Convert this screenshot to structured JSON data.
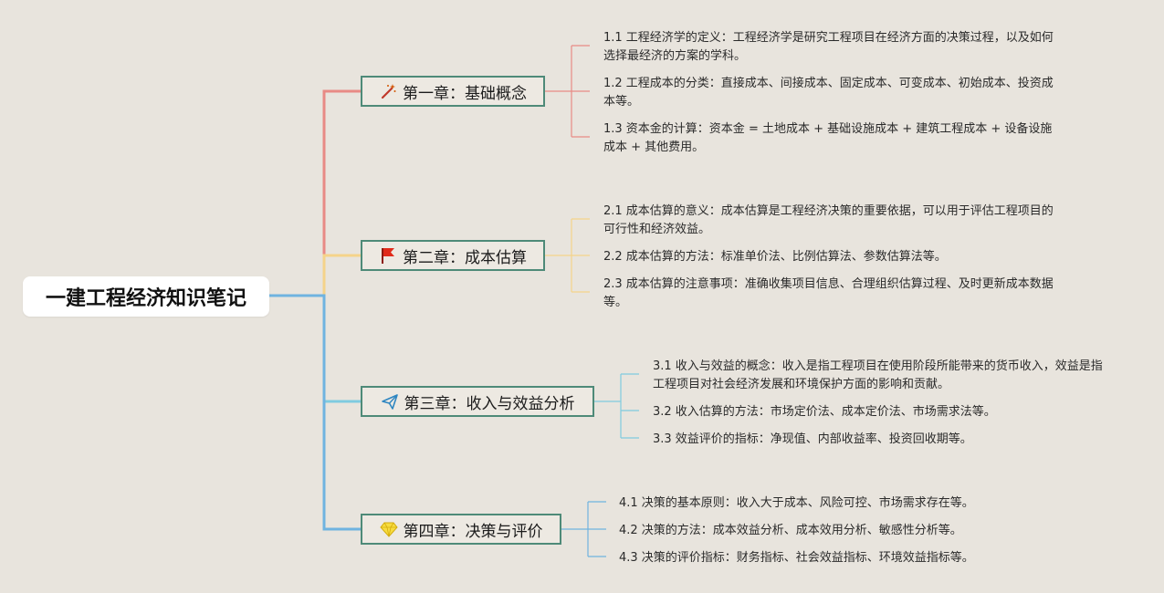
{
  "root": {
    "title": "一建工程经济知识笔记"
  },
  "chapters": [
    {
      "title": "第一章：基础概念",
      "icon": "magic-wand-icon",
      "color": "#e88a85",
      "items": [
        "1.1 工程经济学的定义：工程经济学是研究工程项目在经济方面的决策过程，以及如何选择最经济的方案的学科。",
        "1.2 工程成本的分类：直接成本、间接成本、固定成本、可变成本、初始成本、投资成本等。",
        "1.3 资本金的计算：资本金 = 土地成本 + 基础设施成本 + 建筑工程成本 + 设备设施成本 + 其他费用。"
      ]
    },
    {
      "title": "第二章：成本估算",
      "icon": "red-flag-icon",
      "color": "#f5d38a",
      "items": [
        "2.1 成本估算的意义：成本估算是工程经济决策的重要依据，可以用于评估工程项目的可行性和经济效益。",
        "2.2 成本估算的方法：标准单价法、比例估算法、参数估算法等。",
        "2.3 成本估算的注意事项：准确收集项目信息、合理组织估算过程、及时更新成本数据等。"
      ]
    },
    {
      "title": "第三章：收入与效益分析",
      "icon": "paper-plane-icon",
      "color": "#7fcbe0",
      "items": [
        "3.1 收入与效益的概念：收入是指工程项目在使用阶段所能带来的货币收入，效益是指工程项目对社会经济发展和环境保护方面的影响和贡献。",
        "3.2 收入估算的方法：市场定价法、成本定价法、市场需求法等。",
        "3.3 效益评价的指标：净现值、内部收益率、投资回收期等。"
      ]
    },
    {
      "title": "第四章：决策与评价",
      "icon": "diamond-icon",
      "color": "#6fb3e0",
      "items": [
        "4.1 决策的基本原则：收入大于成本、风险可控、市场需求存在等。",
        "4.2 决策的方法：成本效益分析、成本效用分析、敏感性分析等。",
        "4.3 决策的评价指标：财务指标、社会效益指标、环境效益指标等。"
      ]
    }
  ]
}
